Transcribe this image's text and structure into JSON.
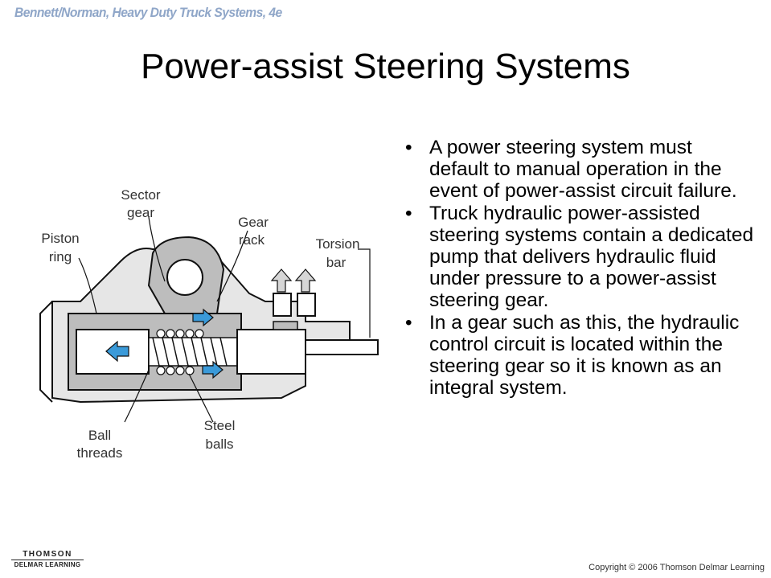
{
  "header": {
    "book_tag": "Bennett/Norman, Heavy Duty Truck Systems, 4e"
  },
  "slide": {
    "title": "Power-assist Steering Systems",
    "bullets": [
      "A power steering system must default to manual operation in the event of power-assist circuit failure.",
      "Truck hydraulic power-assisted steering systems contain a dedicated pump that delivers hydraulic fluid under pressure to a power-assist steering gear.",
      "In a gear such as this, the hydraulic control circuit is located within the steering gear so it is known as an integral system."
    ],
    "bullet_symbol": "•"
  },
  "diagram": {
    "labels": {
      "sector_gear_1": "Sector",
      "sector_gear_2": "gear",
      "gear_rack_1": "Gear",
      "gear_rack_2": "rack",
      "piston_ring_1": "Piston",
      "piston_ring_2": "ring",
      "torsion_bar_1": "Torsion",
      "torsion_bar_2": "bar",
      "ball_threads_1": "Ball",
      "ball_threads_2": "threads",
      "steel_balls_1": "Steel",
      "steel_balls_2": "balls"
    },
    "colors": {
      "housing_fill": "#bdbdbd",
      "arrow_fill": "#3a9ad9",
      "outline": "#111111"
    }
  },
  "footer": {
    "logo_top": "THOMSON",
    "logo_bottom": "DELMAR LEARNING",
    "copyright": "Copyright © 2006 Thomson Delmar Learning"
  }
}
